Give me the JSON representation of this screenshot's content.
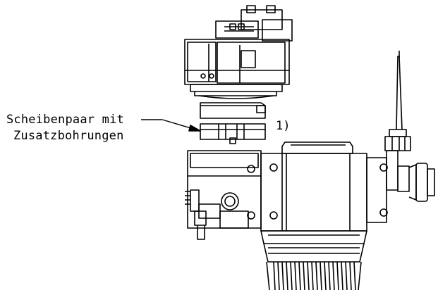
{
  "callout": {
    "line1": "Scheibenpaar mit",
    "line2": "Zusatzbohrungen",
    "marker": "1)"
  },
  "colors": {
    "stroke": "#000000",
    "background": "#ffffff"
  }
}
